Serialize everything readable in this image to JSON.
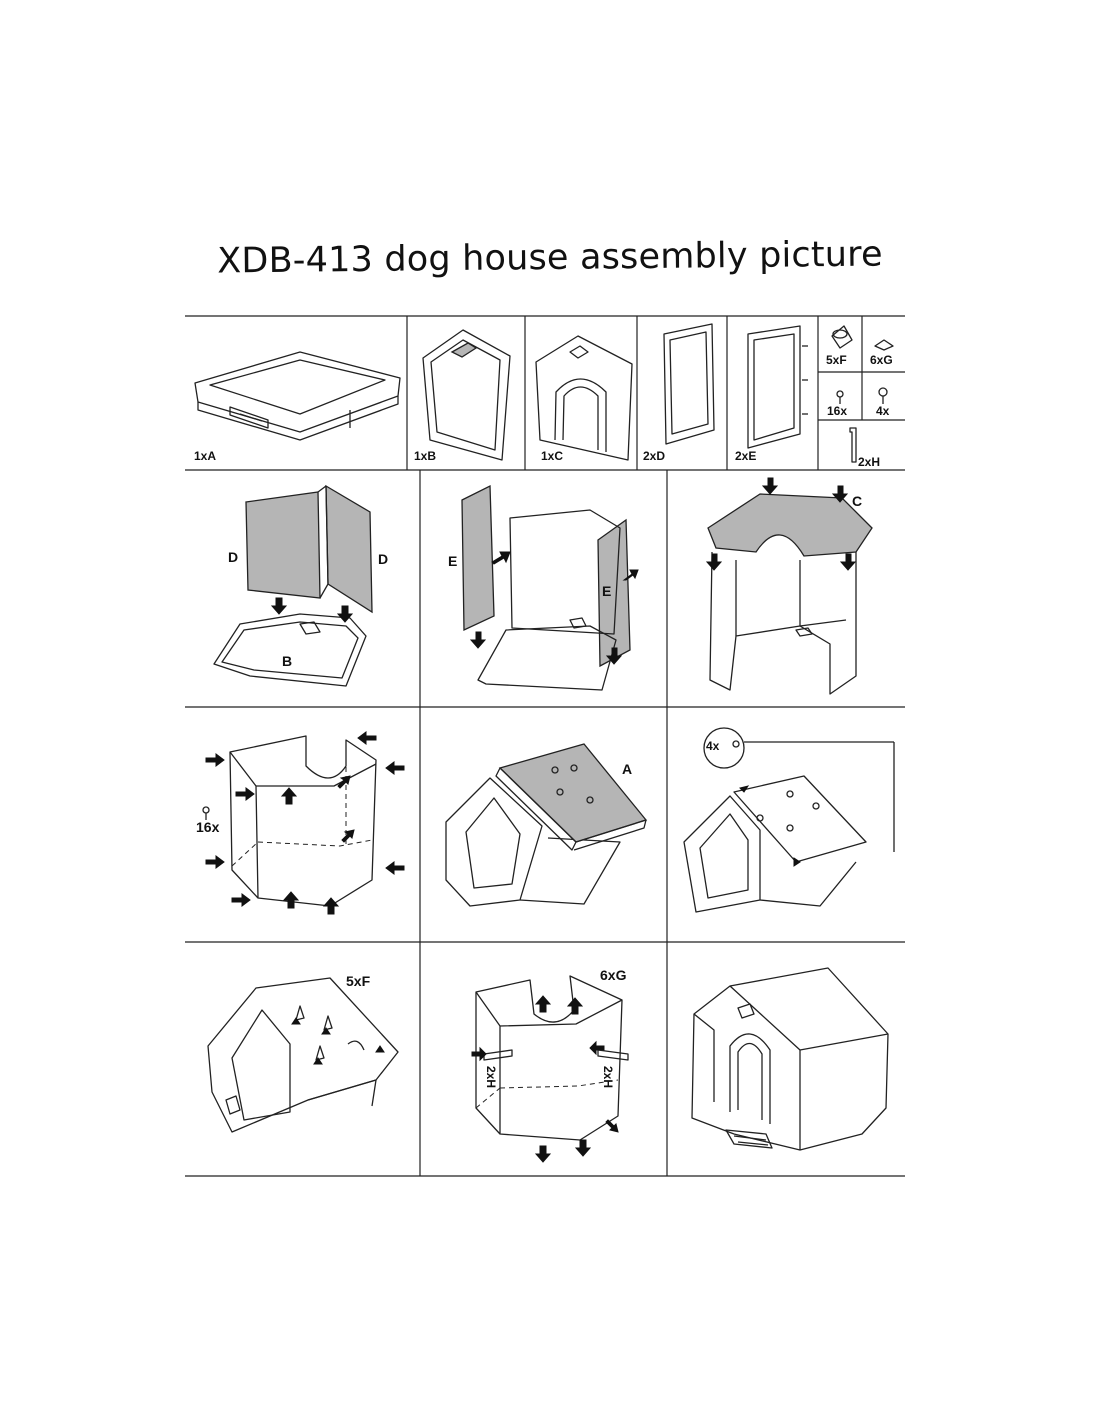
{
  "title": "XDB-413 dog house assembly picture",
  "parts": {
    "A": "1xA",
    "B": "1xB",
    "C": "1xC",
    "D": "2xD",
    "E": "2xE",
    "F": "5xF",
    "G": "6xG",
    "screws": "16x",
    "small": "4x",
    "H": "2xH"
  },
  "steps": {
    "s1": {
      "left": "D",
      "right": "D",
      "base": "B"
    },
    "s2": {
      "left": "E",
      "right": "E"
    },
    "s3": {
      "label": "C"
    },
    "s4": {
      "count": "16x"
    },
    "s5": {
      "label": "A"
    },
    "s6": {
      "count": "4x"
    },
    "s7": {
      "count": "5xF"
    },
    "s8": {
      "count": "6xG",
      "left_h": "2xH",
      "right_h": "2xH"
    }
  }
}
